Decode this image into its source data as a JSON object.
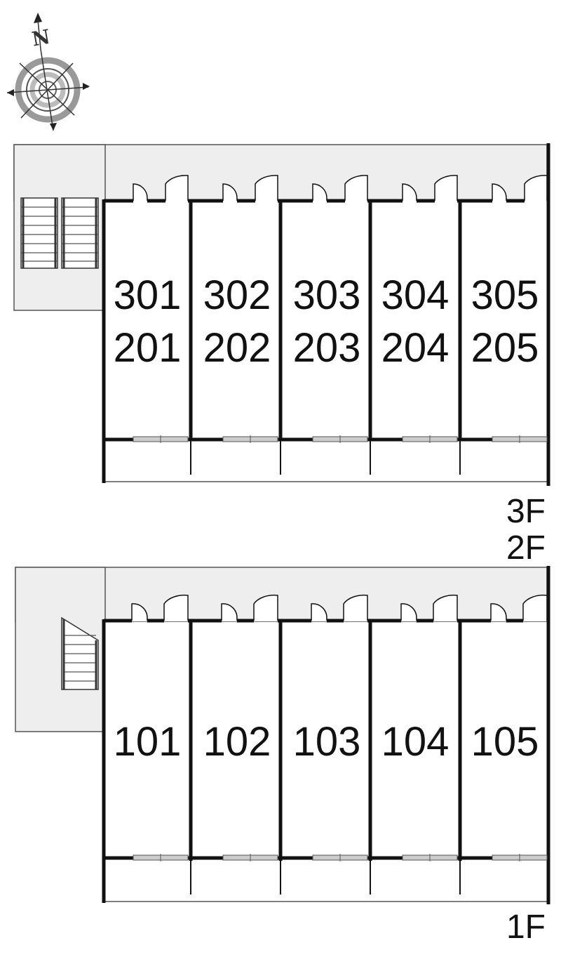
{
  "compass": {
    "label": "N",
    "icon": "compass-rose-icon"
  },
  "blocks": [
    {
      "id": "upper",
      "units": [
        {
          "upper": "301",
          "lower": "201"
        },
        {
          "upper": "302",
          "lower": "202"
        },
        {
          "upper": "303",
          "lower": "203"
        },
        {
          "upper": "304",
          "lower": "204"
        },
        {
          "upper": "305",
          "lower": "205"
        }
      ],
      "floor_labels": [
        "3F",
        "2F"
      ],
      "stair_icon": "double-staircase-icon"
    },
    {
      "id": "lower",
      "units": [
        {
          "upper": "101"
        },
        {
          "upper": "102"
        },
        {
          "upper": "103"
        },
        {
          "upper": "104"
        },
        {
          "upper": "105"
        }
      ],
      "floor_labels": [
        "1F"
      ],
      "stair_icon": "single-staircase-icon"
    }
  ],
  "colors": {
    "corridor": "#eeeeee",
    "wall": "#111111",
    "window": "#aaaaaa",
    "background": "#ffffff"
  }
}
